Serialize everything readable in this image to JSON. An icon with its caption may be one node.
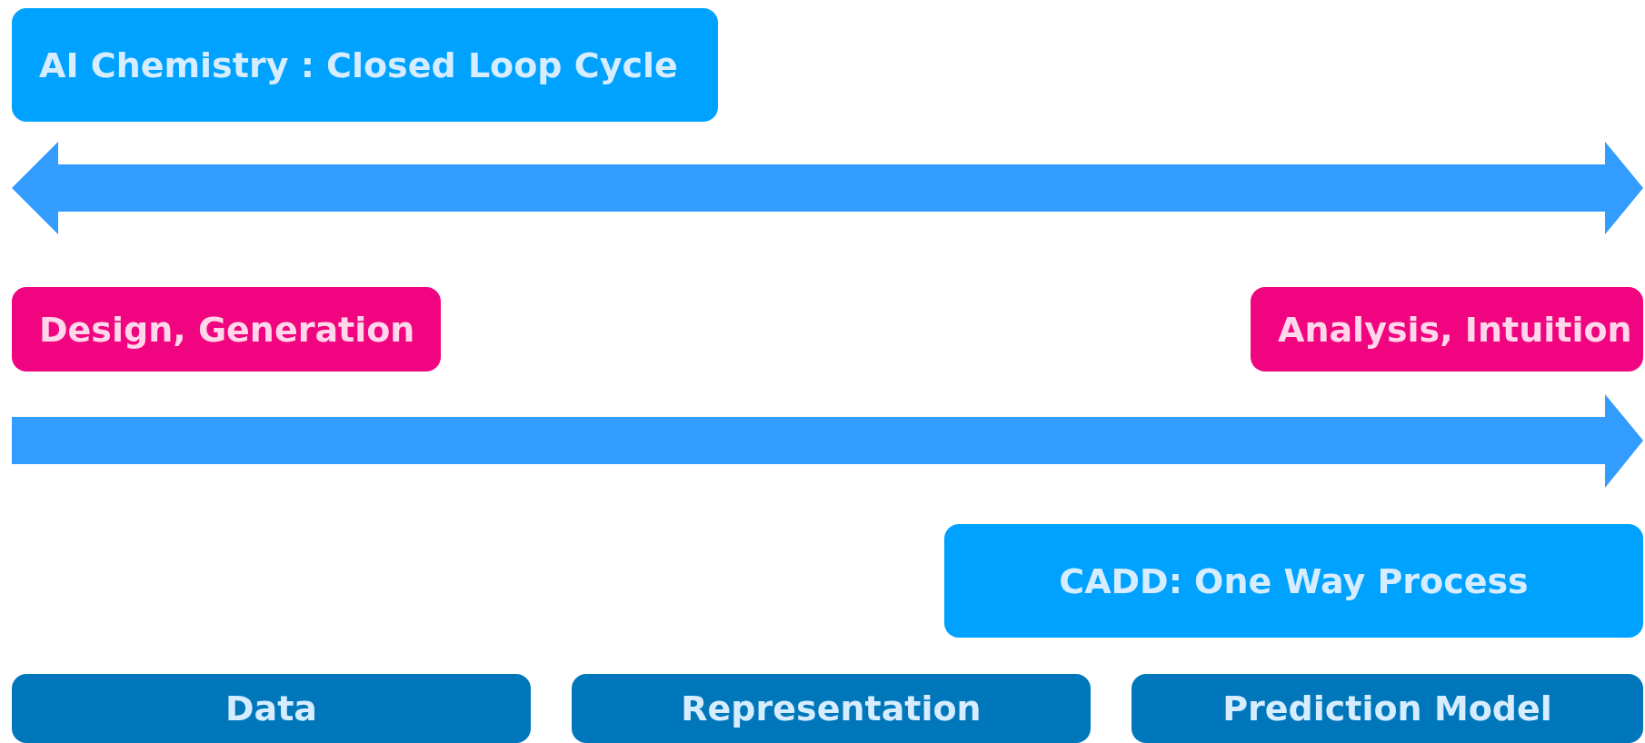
{
  "diagram": {
    "nodes": [
      {
        "text": [
          "AI Chemistry : Closed Loop Cycle"
        ]
      },
      {
        "text": [
          "Design, Generation"
        ]
      },
      {
        "text": [
          "Analysis, Intuition"
        ]
      },
      {
        "text": [
          "CADD: One Way Process"
        ]
      },
      {
        "text": [
          "Data"
        ]
      },
      {
        "text": [
          "Representation"
        ]
      },
      {
        "text": [
          "Prediction Model"
        ]
      }
    ]
  }
}
